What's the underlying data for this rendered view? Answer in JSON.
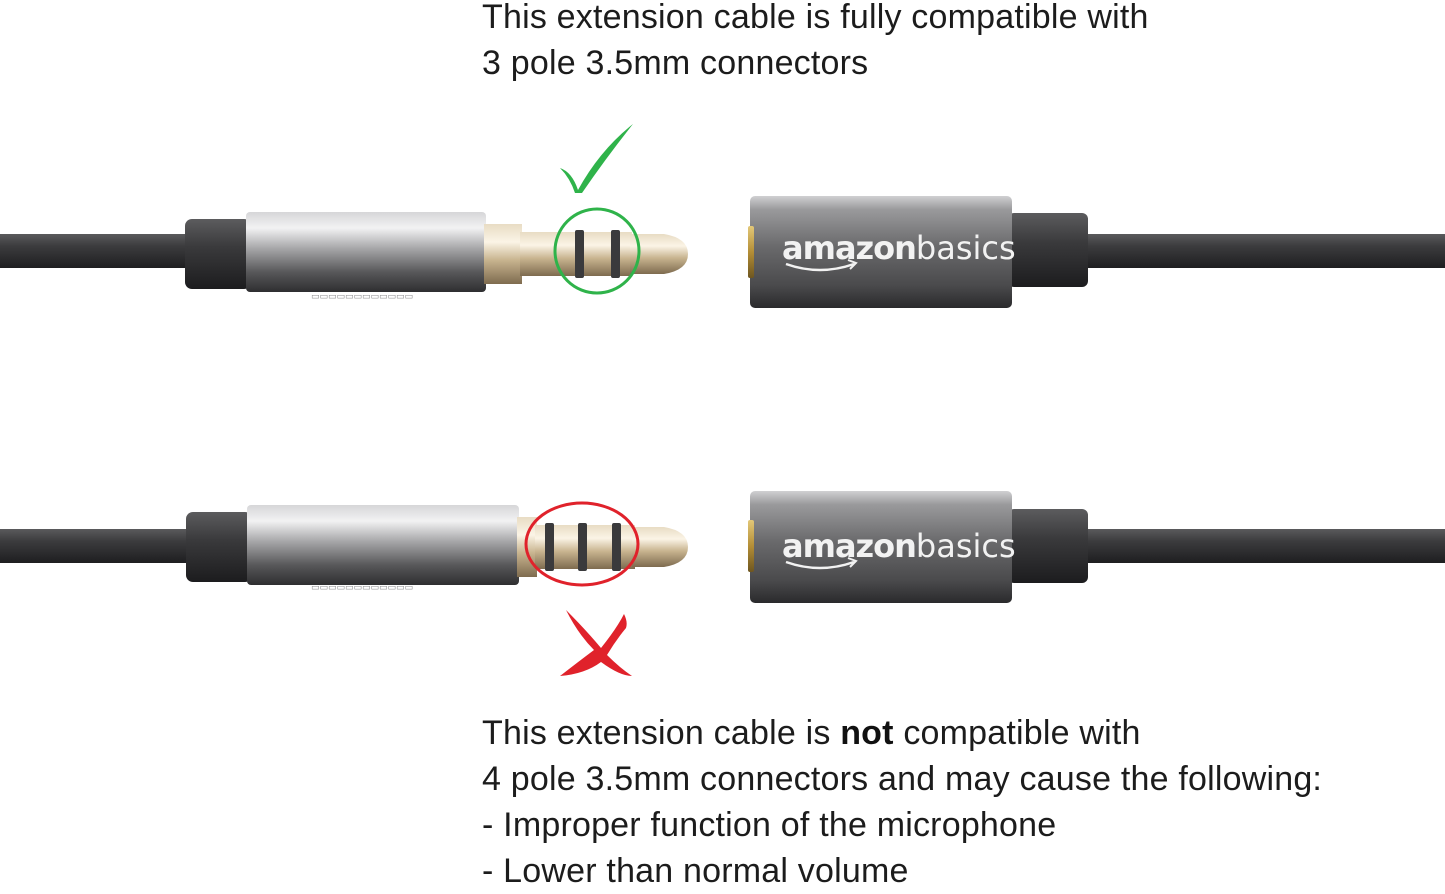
{
  "top_caption": {
    "line1": "This extension cable is fully compatible with",
    "line2": "3 pole 3.5mm connectors"
  },
  "bottom_caption": {
    "line1_before": "This extension cable is ",
    "line1_bold": "not",
    "line1_after": " compatible with",
    "line2": "4 pole 3.5mm connectors and may cause the following:",
    "line3": "- Improper function of the microphone",
    "line4": "- Lower than normal volume"
  },
  "brand": {
    "part1": "amazon",
    "part2": "basics"
  },
  "icons": {
    "compatible": "check-icon",
    "incompatible": "cross-icon"
  },
  "colors": {
    "check": "#2fb34a",
    "cross": "#e0222b",
    "cable": "#3a3a3c",
    "gold": "#c8a547"
  }
}
